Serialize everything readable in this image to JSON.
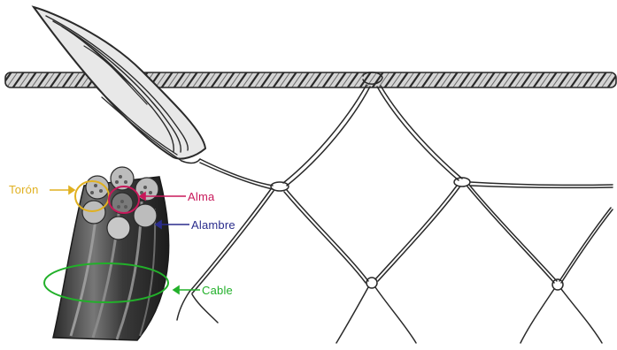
{
  "diagram": {
    "labels": {
      "toron": "Torón",
      "alma": "Alma",
      "alambre": "Alambre",
      "cable": "Cable"
    },
    "colors": {
      "toron": "#e0b020",
      "alma": "#c8185a",
      "alambre": "#2a2c8c",
      "cable": "#22b02a",
      "line_art": "#2a2a2a",
      "rope_fill": "#d4d4d4",
      "cable_body": "#4a4a4a"
    },
    "icons": {
      "shuttle": "netting-needle-icon",
      "rope": "headline-rope-icon",
      "mesh": "knotted-mesh-icon",
      "cable": "wire-cable-icon"
    }
  }
}
